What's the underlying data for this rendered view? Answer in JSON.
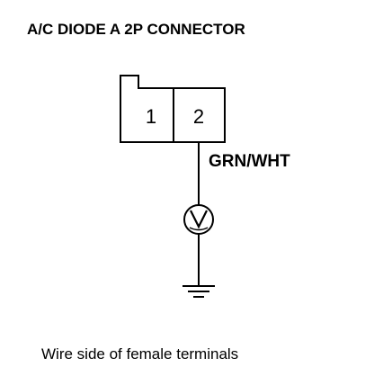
{
  "title": "A/C DIODE A 2P CONNECTOR",
  "connector": {
    "pins": [
      "1",
      "2"
    ]
  },
  "wire": {
    "color_label": "GRN/WHT"
  },
  "meter": {
    "type": "voltmeter",
    "symbol": "V"
  },
  "ground": {
    "symbol": "ground-symbol"
  },
  "caption": "Wire side of female terminals",
  "colors": {
    "line": "#000000",
    "background": "#ffffff"
  }
}
